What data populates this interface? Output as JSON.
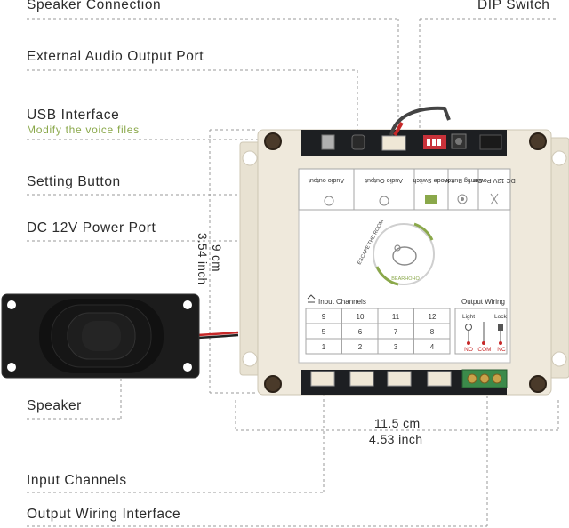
{
  "labels": {
    "speaker_connection": "Speaker Connection",
    "dip_switch": "DIP Switch",
    "external_audio": "External Audio Output Port",
    "usb_interface": "USB Interface",
    "usb_sub": "Modify the voice files",
    "setting_button": "Setting Button",
    "dc_power": "DC 12V Power Port",
    "speaker": "Speaker",
    "input_channels": "Input Channels",
    "output_wiring_interface": "Output Wiring Interface"
  },
  "dimensions": {
    "height_cm": "9 cm",
    "height_inch": "3.54 inch",
    "width_cm": "11.5 cm",
    "width_inch": "4.53 inch"
  },
  "panel": {
    "top_cells": [
      "Audio output",
      "Audio Output",
      "Mode Switch",
      "Config Button",
      "DC 12V Power"
    ],
    "logo_ring": "ESCAPE THE ROOM",
    "logo_brand": "BEARHOHO",
    "input_title": "Input Channels",
    "output_title": "Output Wiring",
    "channels": [
      [
        "9",
        "10",
        "11",
        "12"
      ],
      [
        "5",
        "6",
        "7",
        "8"
      ],
      [
        "1",
        "2",
        "3",
        "4"
      ]
    ],
    "wiring_light": "Light",
    "wiring_lock": "Lock",
    "terminals": [
      "NO",
      "COM",
      "NC"
    ]
  },
  "colors": {
    "leader_line": "#9a9a9a",
    "accent_green": "#8aa84a",
    "case": "#efe9dc",
    "pcb": "#1d1f22",
    "terminal_green": "#3b8a4a",
    "dip_red": "#c8323a"
  }
}
